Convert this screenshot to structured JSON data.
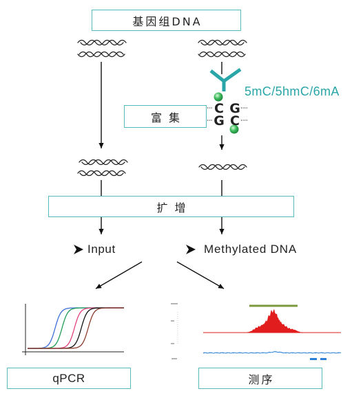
{
  "diagram": {
    "genomic_dna": "基因组DNA",
    "enrichment": "富集",
    "amplification": "扩增",
    "antibody_targets": "5mC/5hmC/6mA",
    "base_pairs": {
      "top": [
        "C",
        "G"
      ],
      "bottom": [
        "G",
        "C"
      ]
    },
    "branches": {
      "input": "Input",
      "methylated": "Methylated DNA"
    },
    "readouts": {
      "qpcr": "qPCR",
      "sequencing": "测序"
    }
  },
  "icons": {
    "dna": "dna-strand-icon",
    "antibody": "antibody-icon",
    "methyl_mark": "methyl-group-dot-icon",
    "bullet": "arrowhead-bullet-icon"
  },
  "colors": {
    "box_border": "#56b9bc",
    "antibody": "#2aa5a8",
    "antibody_label": "#2aa5a8",
    "methyl_dot": "#3dbb5c",
    "qpcr_curves": [
      "#3b6fd6",
      "#1f9d55",
      "#e2407c",
      "#111111",
      "#8b3b2b"
    ],
    "peak_signal": "#e11d1d",
    "enriched_region": "#7c9a3c",
    "secondary_track": "#2b7fd6"
  }
}
